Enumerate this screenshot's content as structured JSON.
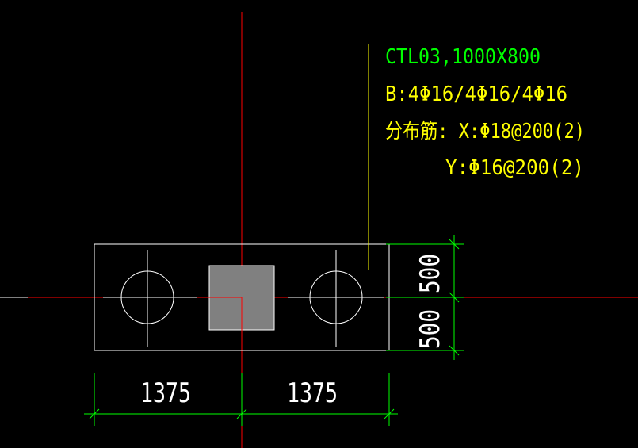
{
  "drawing": {
    "title_line": "CTL03,1000X800",
    "rebar_line": "B:4Φ16/4Φ16/4Φ16",
    "dist_line_x": "分布筋: X:Φ18@200(2)",
    "dist_line_y": "Y:Φ16@200(2)",
    "dim_left": "1375",
    "dim_right": "1375",
    "dim_upper": "500",
    "dim_lower": "500"
  },
  "colors": {
    "background": "#000000",
    "axis": "#ff0000",
    "outline": "#ffffff",
    "column_fill": "#808080",
    "dimension": "#00ff00",
    "annotation_green": "#00ff00",
    "annotation_yellow": "#ffff00"
  }
}
